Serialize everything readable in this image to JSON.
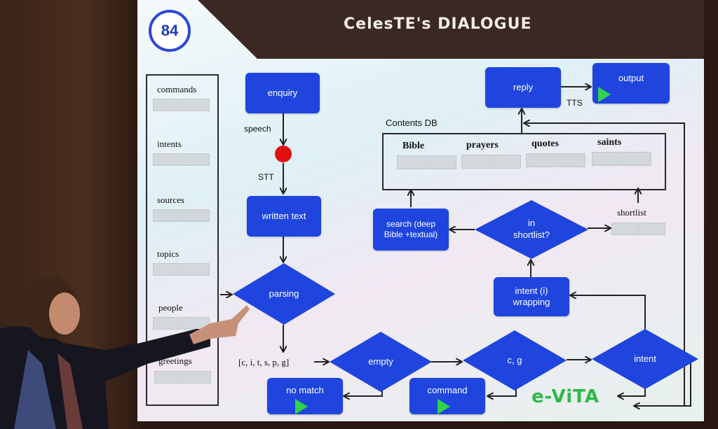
{
  "slide": {
    "page_number": "84",
    "title": "CelesTE's DIALOGUE"
  },
  "sidebar": {
    "items": [
      {
        "label": "commands"
      },
      {
        "label": "intents"
      },
      {
        "label": "sources"
      },
      {
        "label": "topics"
      },
      {
        "label": "people"
      },
      {
        "label": "greetings"
      }
    ]
  },
  "flow": {
    "enquiry": "enquiry",
    "speech": "speech",
    "stt": "STT",
    "written_text": "written text",
    "parsing": "parsing",
    "parse_output": "[c, i, t, s, p, g]",
    "empty": "empty",
    "cg": "c, g",
    "intent": "intent",
    "no_match": "no match",
    "command": "command",
    "intent_wrapping": "intent (i) wrapping",
    "in_shortlist": "in shortlist?",
    "search": "search (deep Bible +textual)",
    "shortlist": "shortlist",
    "reply": "reply",
    "tts": "TTS",
    "output": "output"
  },
  "contents_db": {
    "label": "Contents DB",
    "columns": [
      "Bible",
      "prayers",
      "quotes",
      "saints"
    ]
  },
  "logo": {
    "text": "e-ViTA"
  },
  "colors": {
    "node_blue": "#1f45de",
    "play_green": "#2fd24a",
    "speech_dot": "#e01010",
    "badge_blue": "#2b48d4"
  }
}
